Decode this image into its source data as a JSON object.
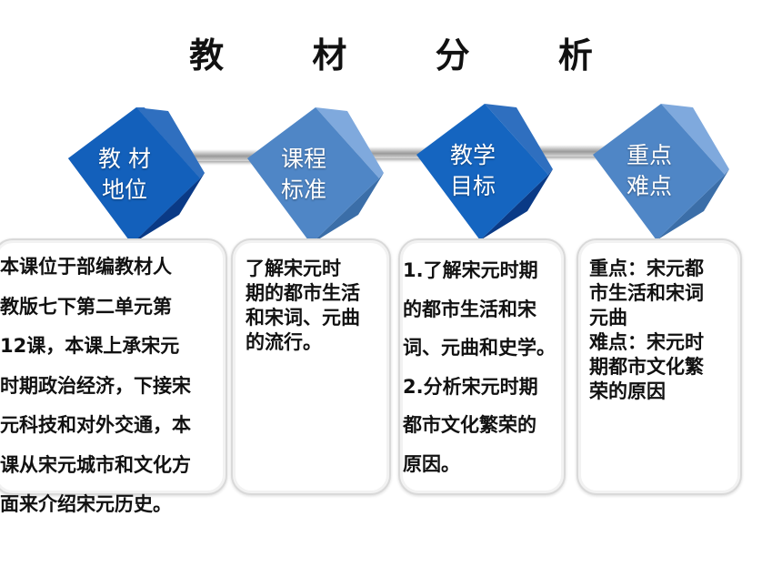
{
  "title": "教 材 分 析",
  "steps": [
    {
      "label": "教 材\n地位",
      "color": "#1565c0"
    },
    {
      "label": "课程\n标准",
      "color": "#4f86c6"
    },
    {
      "label": "教学\n目标",
      "color": "#1565c0"
    },
    {
      "label": "重点\n难点",
      "color": "#4f86c6"
    }
  ],
  "cards": [
    {
      "text": "  本课位于部编教材人\n教版七下第二单元第\n12课，本课上承宋元\n时期政治经济，下接宋\n元科技和对外交通，本\n课从宋元城市和文化方\n面来介绍宋元历史。"
    },
    {
      "text": "  了解宋元时\n期的都市生活\n和宋词、元曲\n的流行。"
    },
    {
      "text": "  1.了解宋元时期\n的都市生活和宋\n词、元曲和史学。\n2.分析宋元时期\n都市文化繁荣的\n原因。"
    },
    {
      "text": "重点：宋元都\n市生活和宋词\n元曲\n难点：宋元时\n期都市文化繁\n荣的原因"
    }
  ]
}
